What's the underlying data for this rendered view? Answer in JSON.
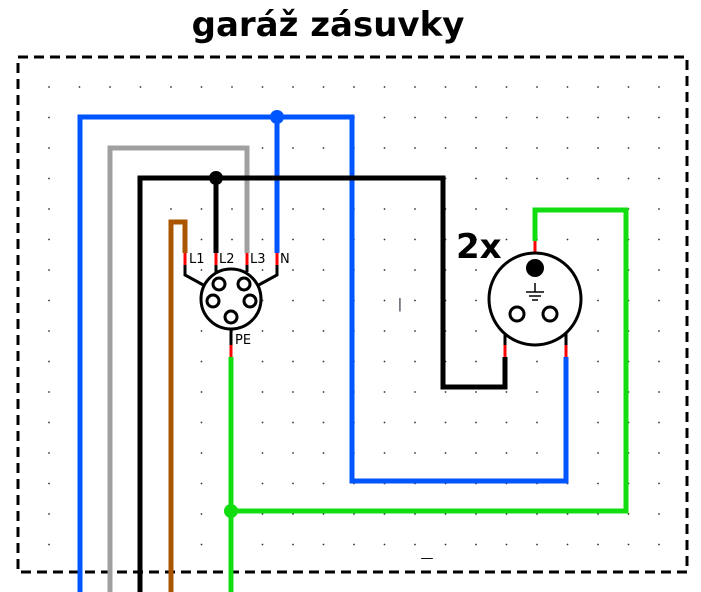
{
  "title": "garáž zásuvky",
  "socket_count_label": "2x",
  "connector_labels": {
    "l1": "L1",
    "l2": "L2",
    "l3": "L3",
    "n": "N",
    "pe": "PE"
  },
  "marks": {
    "vertical_tick": "|",
    "dash": "—"
  },
  "colors": {
    "blue": "#0055ff",
    "gray": "#a0a0a0",
    "black": "#000000",
    "brown": "#aa5500",
    "green": "#11dd11",
    "red": "#ff0000"
  }
}
